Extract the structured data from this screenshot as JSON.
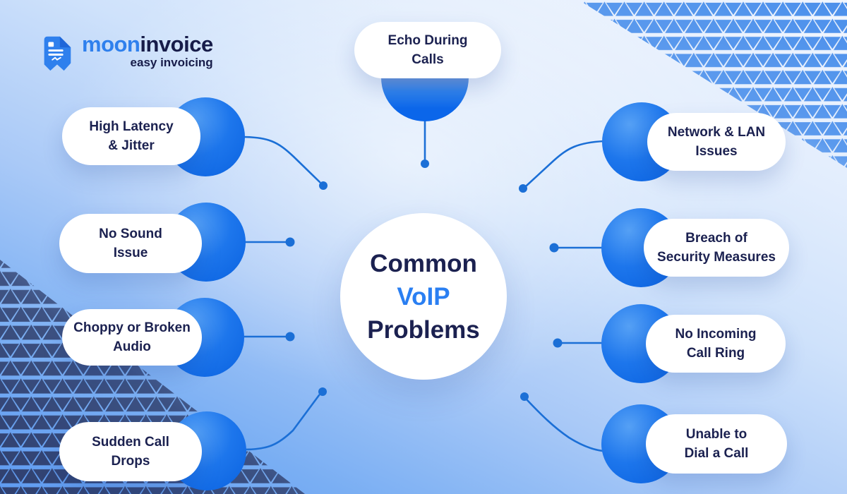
{
  "brand": {
    "name_blue": "moon",
    "name_dark": "invoice",
    "tagline": "easy invoicing",
    "logo_icon": "invoice-document-icon"
  },
  "center": {
    "line1": "Common",
    "line2": "VoIP",
    "line3": "Problems"
  },
  "nodes": {
    "top": {
      "line1": "Echo During",
      "line2": "Calls"
    },
    "left": [
      {
        "line1": "High Latency",
        "line2": "& Jitter"
      },
      {
        "line1": "No Sound",
        "line2": "Issue"
      },
      {
        "line1": "Choppy or Broken",
        "line2": "Audio"
      },
      {
        "line1": "Sudden Call",
        "line2": "Drops"
      }
    ],
    "right": [
      {
        "line1": "Network & LAN",
        "line2": "Issues"
      },
      {
        "line1": "Breach of",
        "line2": "Security Measures"
      },
      {
        "line1": "No Incoming",
        "line2": "Call Ring"
      },
      {
        "line1": "Unable to",
        "line2": "Dial a Call"
      }
    ]
  },
  "colors": {
    "accent_blue": "#1473f0",
    "voip_text_blue": "#2a7ff2",
    "dark_navy_text": "#1b2150",
    "connector_blue": "#1b6fd6",
    "logo_blue": "#2f80ed",
    "pattern_blue": "#4a8feb",
    "pattern_navy": "#2d3a66",
    "pill_background": "#ffffff"
  }
}
